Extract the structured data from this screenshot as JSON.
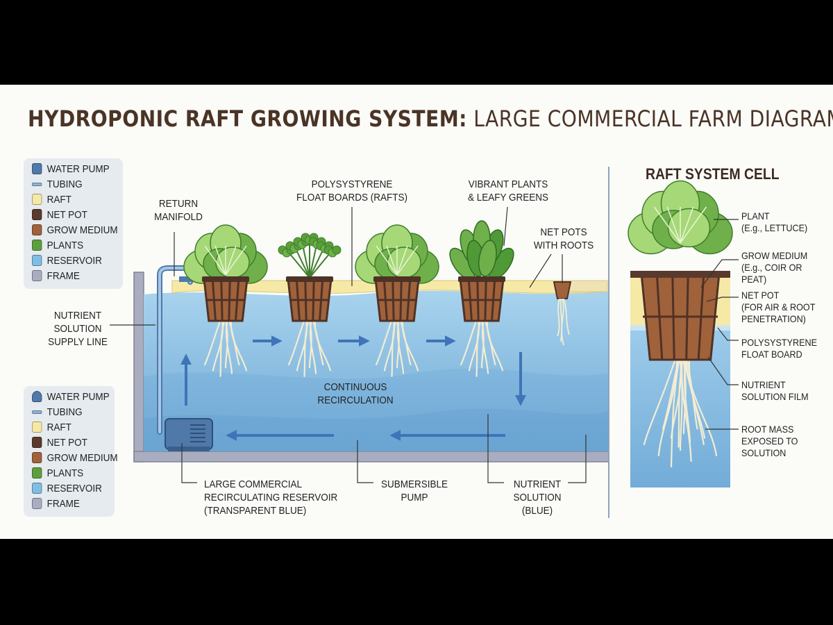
{
  "title": {
    "bold": "HYDROPONIC RAFT GROWING SYSTEM:",
    "regular": " LARGE COMMERCIAL FARM DIAGRAM"
  },
  "legend_top": [
    {
      "label": "WATER PUMP",
      "color": "#4f79a9",
      "shape": "square"
    },
    {
      "label": "TUBING",
      "color": "#8fb4d9",
      "shape": "line"
    },
    {
      "label": "RAFT",
      "color": "#f6e9a6",
      "shape": "square"
    },
    {
      "label": "NET POT",
      "color": "#5a3a2c",
      "shape": "square"
    },
    {
      "label": "GROW MEDIUM",
      "color": "#a0623b",
      "shape": "square"
    },
    {
      "label": "PLANTS",
      "color": "#5d9f3e",
      "shape": "square"
    },
    {
      "label": "RESERVOIR",
      "color": "#7fbde4",
      "shape": "square"
    },
    {
      "label": "FRAME",
      "color": "#a9adbf",
      "shape": "square"
    }
  ],
  "legend_bottom": [
    {
      "label": "WATER PUMP",
      "color": "#4f79a9",
      "shape": "triangle"
    },
    {
      "label": "TUBING",
      "color": "#8fb4d9",
      "shape": "line"
    },
    {
      "label": "RAFT",
      "color": "#f6e9a6",
      "shape": "square"
    },
    {
      "label": "NET POT",
      "color": "#5a3a2c",
      "shape": "square"
    },
    {
      "label": "GROW MEDIUM",
      "color": "#a0623b",
      "shape": "square"
    },
    {
      "label": "PLANTS",
      "color": "#5d9f3e",
      "shape": "square"
    },
    {
      "label": "RESERVOIR",
      "color": "#7fbde4",
      "shape": "square"
    },
    {
      "label": "FRAME",
      "color": "#a9adbf",
      "shape": "square"
    }
  ],
  "labels": {
    "return_manifold": "RETURN\nMANIFOLD",
    "float_boards": "POLYSYSTYRENE\nFLOAT BOARDS (RAFTS)",
    "vibrant_plants": "VIBRANT PLANTS\n& LEAFY GREENS",
    "net_pots_roots": "NET POTS\nWITH ROOTS",
    "supply_line": "NUTRIENT\nSOLUTION\nSUPPLY LINE",
    "recirculation": "CONTINUOUS\nRECIRCULATION",
    "reservoir": "LARGE COMMERCIAL\nRECIRCULATING RESERVOIR\n(TRANSPARENT BLUE)",
    "pump": "SUBMERSIBLE\nPUMP",
    "solution": "NUTRIENT\nSOLUTION\n(BLUE)"
  },
  "cell": {
    "title": "RAFT SYSTEM CELL",
    "plant": "PLANT\n(E.g., LETTUCE)",
    "grow_medium": "GROW MEDIUM\n(E.g., COIR OR PEAT)",
    "net_pot": "NET POT\n(FOR AIR & ROOT\nPENETRATION)",
    "float_board": "POLYSYSTYRENE\nFLOAT BOARD",
    "film": "NUTRIENT\nSOLUTION FILM",
    "root_mass": "ROOT MASS\nEXPOSED TO\nSOLUTION"
  },
  "colors": {
    "water": "#8ec4e6",
    "water_dark": "#6fa9d6",
    "raft": "#f6e9a6",
    "frame": "#a9adbf",
    "pot": "#4f3226",
    "medium": "#a0623b",
    "leaf": "#6fb04a",
    "leaf_light": "#a6d877",
    "arrow": "#3f74b9",
    "root": "#f4ecd2"
  }
}
